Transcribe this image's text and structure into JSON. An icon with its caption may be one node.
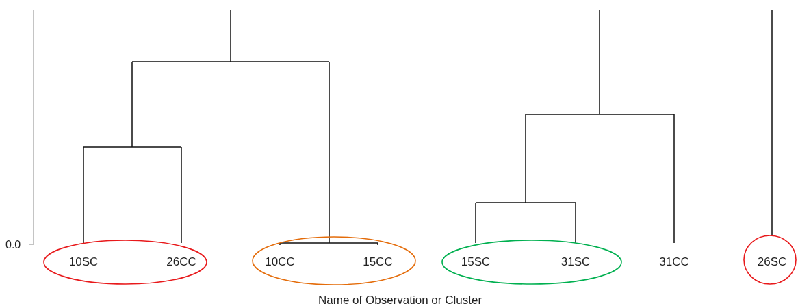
{
  "diagram": {
    "nodes": [
      {
        "text": [],
        "shape": "circle"
      },
      {
        "text": [
          "10SC"
        ],
        "in": 0
      },
      {
        "text": [
          "26CC"
        ],
        "in": 0
      },
      {
        "text": [],
        "shape": "circle"
      },
      {
        "text": [
          "10CC"
        ],
        "in": 3
      },
      {
        "text": [
          "15CC"
        ],
        "in": 3
      },
      {
        "text": [],
        "shape": "circle"
      },
      {
        "text": [
          "15SC"
        ],
        "in": 6
      },
      {
        "text": [
          "31SC"
        ],
        "in": 6
      },
      {
        "text": [
          "31CC"
        ]
      },
      {
        "text": [],
        "shape": "circle"
      },
      {
        "text": [
          "26SC"
        ],
        "in": 10
      }
    ],
    "labels": [
      "0.0",
      "Name of Observation or Cluster"
    ]
  }
}
